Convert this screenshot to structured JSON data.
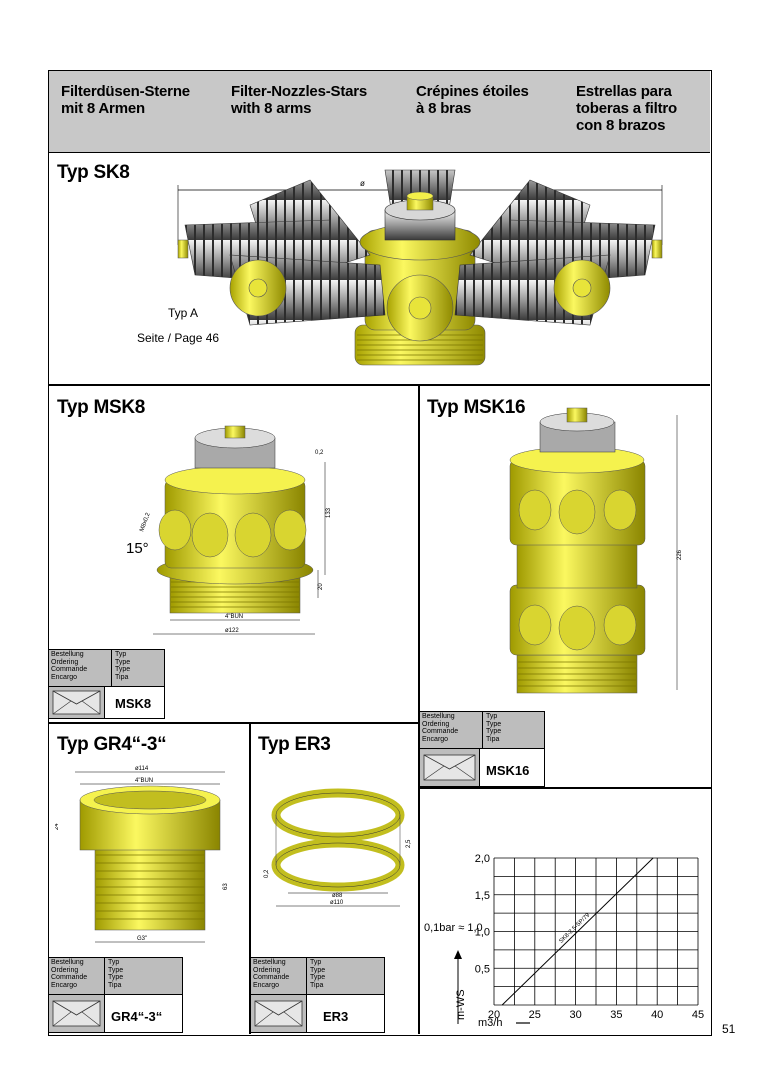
{
  "header": {
    "de": [
      "Filterdüsen-Sterne",
      "mit 8 Armen"
    ],
    "en": [
      "Filter-Nozzles-Stars",
      "with 8 arms"
    ],
    "fr": [
      "Crépines étoiles",
      "à 8 bras"
    ],
    "es": [
      "Estrellas para",
      "toberas a filtro",
      "con 8 brazos"
    ]
  },
  "sk8": {
    "title": "Typ SK8",
    "diameter_symbol": "ø",
    "type_label": "Typ A",
    "page_ref": "Seite / Page 46"
  },
  "msk8": {
    "title": "Typ MSK8",
    "angle": "15°",
    "dims": {
      "roughness": "0,2",
      "height": "133",
      "thread_height": "20",
      "thread": "4\"BUN",
      "diameter": "ø122",
      "wall": "M8x0,2"
    },
    "order_code": "MSK8"
  },
  "msk16": {
    "title": "Typ MSK16",
    "dims": {
      "height": "226"
    },
    "order_code": "MSK16"
  },
  "gr4": {
    "title": "Typ GR4“-3“",
    "dims": {
      "outer": "ø114",
      "thread": "4\"BUN",
      "width": "24",
      "height": "63",
      "base": "G3\""
    },
    "order_code": "GR4“-3“"
  },
  "er3": {
    "title": "Typ ER3",
    "dims": {
      "inner": "ø88",
      "outer": "ø110",
      "thickness": "0,2",
      "gap": "2,5"
    },
    "order_code": "ER3"
  },
  "order_table": {
    "labels": [
      "Bestellung",
      "Ordering",
      "Commande",
      "Encargo"
    ],
    "types": [
      "Typ",
      "Type",
      "Type",
      "Tipa"
    ]
  },
  "chart_data": {
    "type": "line",
    "title": "",
    "xlabel": "m3/h",
    "ylabel": "m-WS",
    "annotation": "0,1bar ≈ 1,0",
    "x_ticks": [
      "20",
      "25",
      "30",
      "35",
      "40",
      "45"
    ],
    "y_ticks": [
      "0,5",
      "1,0",
      "1,5",
      "2,0"
    ],
    "xlim": [
      20,
      45
    ],
    "ylim": [
      0,
      2.0
    ],
    "grid": true,
    "series": [
      {
        "name": "SK8-2,5-SP/79",
        "x": [
          21,
          39.5
        ],
        "y": [
          0,
          2.0
        ]
      }
    ]
  },
  "page_number": "51",
  "colors": {
    "yellow": "#f2ef2a",
    "gray": "#bdbdbd",
    "header_gray": "#c8c8c8"
  }
}
